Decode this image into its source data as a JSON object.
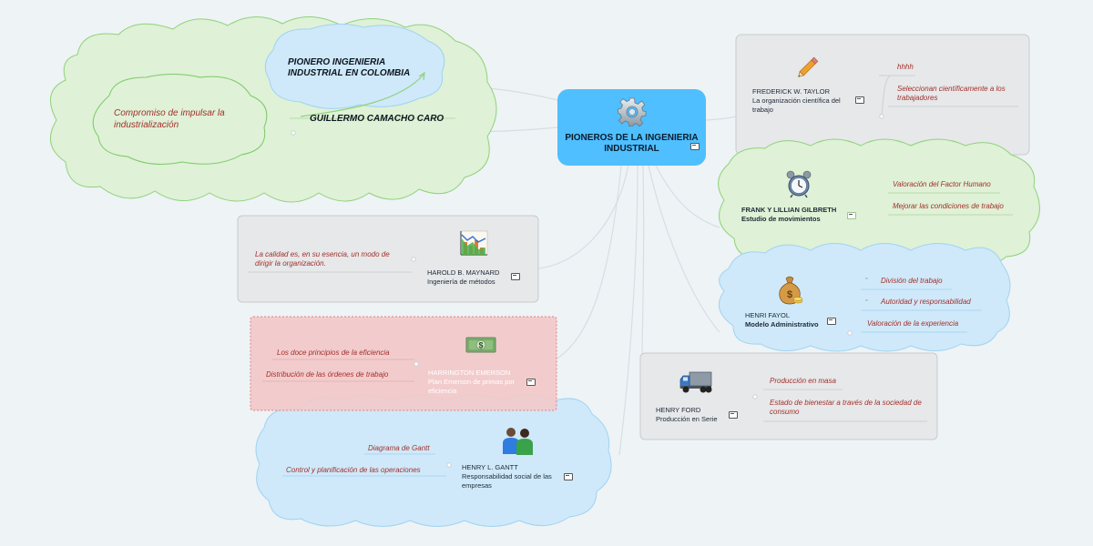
{
  "colors": {
    "background": "#eef3f6",
    "central": "#4fbfff",
    "green_cloud": "#dff1d6",
    "blue_cloud": "#cfe9fa",
    "gray_box": "#e6e8ea",
    "red_box": "#f2c9c9",
    "italic_text": "#a3302b"
  },
  "central": {
    "title": "PIONEROS DE LA INGENIERIA INDUSTRIAL",
    "icon": "gear-icon"
  },
  "left_cloud": {
    "pioneer": "PIONERO INGENIERIA INDUSTRIAL EN COLOMBIA",
    "name": "GUILLERMO CAMACHO CARO",
    "commitment": "Compromiso de impulsar la industrialización"
  },
  "taylor": {
    "name": "FREDERICK W. TAYLOR",
    "subtitle": "La organización científica del trabajo",
    "icon": "pencil-icon",
    "items": [
      "hhhh",
      "Seleccionan científicamente a los trabajadores"
    ]
  },
  "gilbreth": {
    "name": "FRANK Y LILLIAN GILBRETH",
    "subtitle": "Estudio de movimientos",
    "icon": "alarm-clock-icon",
    "items": [
      "Valoración del Factor Humano",
      "Mejorar las condiciones de trabajo"
    ]
  },
  "fayol": {
    "name": "HENRI FAYOL",
    "subtitle": "Modelo Administrativo",
    "icon": "money-bag-icon",
    "items": [
      "División del trabajo",
      "Autoridad y responsabilidad",
      "Valoración de la experiencia"
    ]
  },
  "ford": {
    "name": "HENRY FORD",
    "subtitle": "Producción en Serie",
    "icon": "truck-icon",
    "items": [
      "Producción en masa",
      "Estado de bienestar a través de la sociedad de consumo"
    ]
  },
  "maynard": {
    "name": "HAROLD B. MAYNARD",
    "subtitle": "Ingeniería de métodos",
    "icon": "chart-icon",
    "items": [
      "La calidad es, en su esencia, un modo de dirigir la organización."
    ]
  },
  "emerson": {
    "name": "HARRINGTON EMERSON",
    "subtitle": "Plan Emerson de primas por eficiencia",
    "icon": "dollar-bill-icon",
    "items": [
      "Los doce principios de la eficiencia",
      "Distribución de las órdenes de trabajo"
    ]
  },
  "gantt": {
    "name": "HENRY L. GANTT",
    "subtitle": "Responsabilidad social de las empresas",
    "icon": "people-icon",
    "items": [
      "Diagrama de Gantt",
      "Control y planificación de las operaciones"
    ]
  }
}
